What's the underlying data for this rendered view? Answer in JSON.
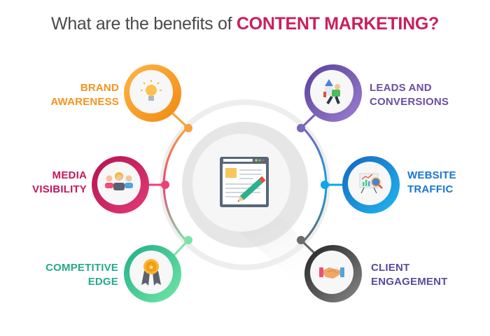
{
  "title": {
    "prefix": "What are the benefits of ",
    "highlight": "CONTENT MARKETING?"
  },
  "center": {
    "icon": "content-editor-icon"
  },
  "benefits": [
    {
      "id": "brand-awareness",
      "line1": "BRAND",
      "line2": "AWARENESS",
      "icon": "lightbulb-icon",
      "color": "#f7931e"
    },
    {
      "id": "media-visibility",
      "line1": "MEDIA",
      "line2": "VISIBILITY",
      "icon": "people-group-icon",
      "color": "#c2185b"
    },
    {
      "id": "competitive-edge",
      "line1": "COMPETITIVE",
      "line2": "EDGE",
      "icon": "award-badge-icon",
      "color": "#26a98b"
    },
    {
      "id": "leads-and-conversions",
      "line1": "LEADS AND",
      "line2": "CONVERSIONS",
      "icon": "rocket-man-icon",
      "color": "#6a4fa3"
    },
    {
      "id": "website-traffic",
      "line1": "WEBSITE",
      "line2": "TRAFFIC",
      "icon": "analytics-board-icon",
      "color": "#1976d2"
    },
    {
      "id": "client-engagement",
      "line1": "CLIENT",
      "line2": "ENGAGEMENT",
      "icon": "handshake-icon",
      "color": "#5b4a9e"
    }
  ],
  "colors": {
    "title_text": "#4a4a4a",
    "title_highlight": "#c91f5d",
    "orange": "#f7931e",
    "crimson": "#c2185b",
    "green": "#3ed19a",
    "purple": "#7b5cb8",
    "blue": "#0ea5e9",
    "gray": "#555555"
  }
}
